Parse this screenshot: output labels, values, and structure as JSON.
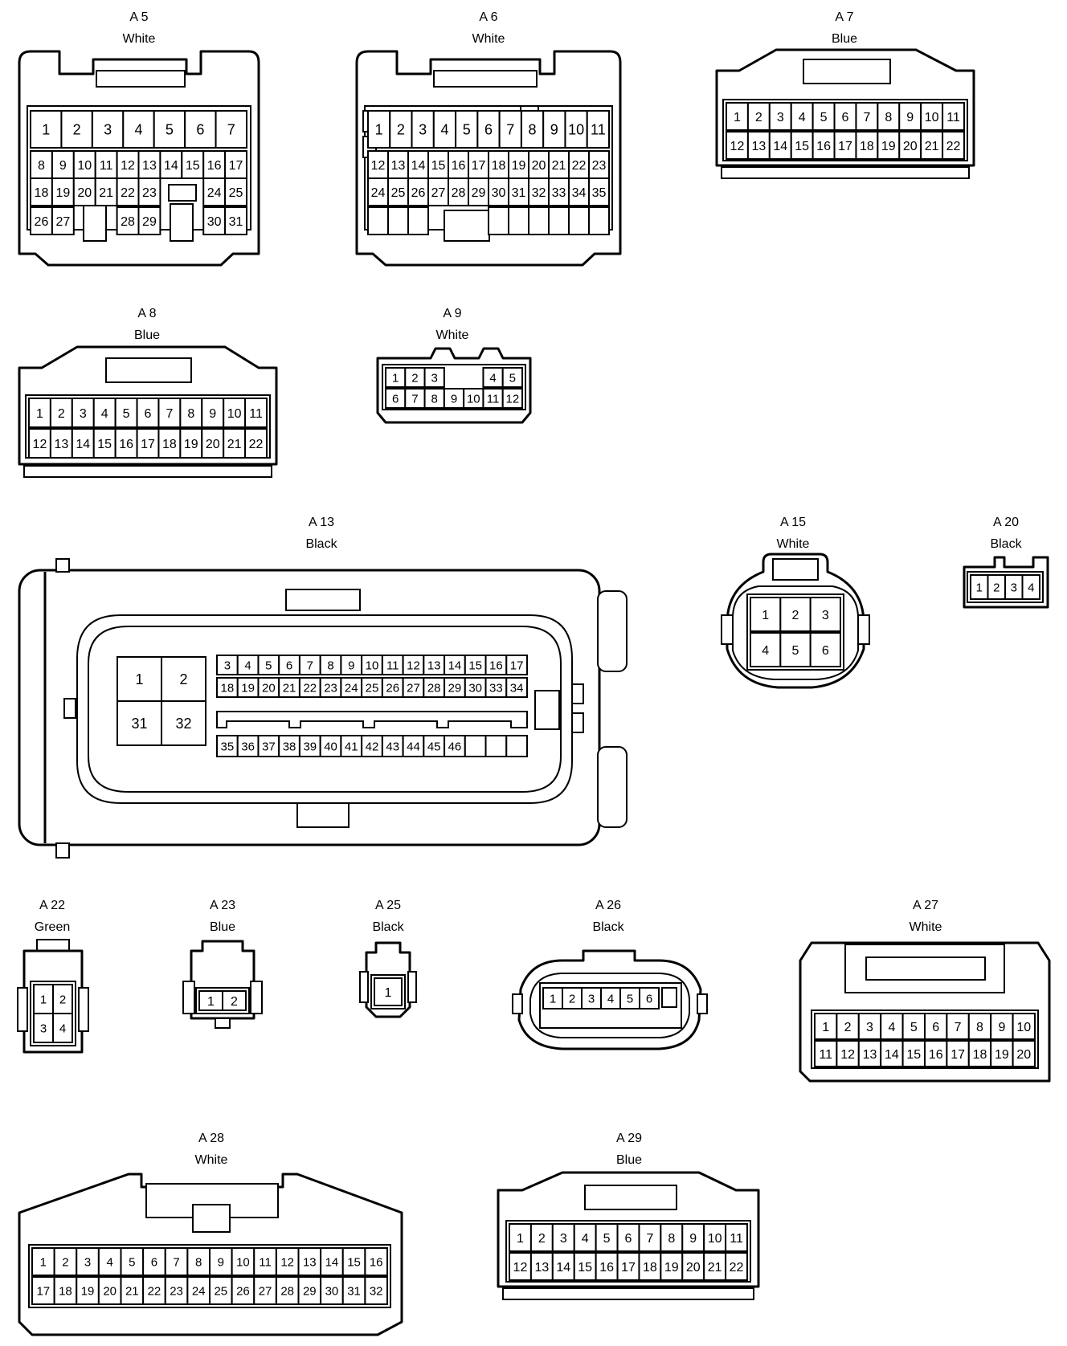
{
  "connectors": [
    {
      "id": "A5",
      "label": "A 5",
      "color": "White",
      "pins": [
        "1",
        "2",
        "3",
        "4",
        "5",
        "6",
        "7",
        "8",
        "9",
        "10",
        "11",
        "12",
        "13",
        "14",
        "15",
        "16",
        "17",
        "18",
        "19",
        "20",
        "21",
        "22",
        "23",
        "24",
        "25",
        "26",
        "27",
        "28",
        "29",
        "30",
        "31"
      ]
    },
    {
      "id": "A6",
      "label": "A 6",
      "color": "White",
      "pins": [
        "1",
        "2",
        "3",
        "4",
        "5",
        "6",
        "7",
        "8",
        "9",
        "10",
        "11",
        "12",
        "13",
        "14",
        "15",
        "16",
        "17",
        "18",
        "19",
        "20",
        "21",
        "22",
        "23",
        "24",
        "25",
        "26",
        "27",
        "28",
        "29",
        "30",
        "31",
        "32",
        "33",
        "34",
        "35"
      ]
    },
    {
      "id": "A7",
      "label": "A 7",
      "color": "Blue",
      "pins": [
        "1",
        "2",
        "3",
        "4",
        "5",
        "6",
        "7",
        "8",
        "9",
        "10",
        "11",
        "12",
        "13",
        "14",
        "15",
        "16",
        "17",
        "18",
        "19",
        "20",
        "21",
        "22"
      ]
    },
    {
      "id": "A8",
      "label": "A 8",
      "color": "Blue",
      "pins": [
        "1",
        "2",
        "3",
        "4",
        "5",
        "6",
        "7",
        "8",
        "9",
        "10",
        "11",
        "12",
        "13",
        "14",
        "15",
        "16",
        "17",
        "18",
        "19",
        "20",
        "21",
        "22"
      ]
    },
    {
      "id": "A9",
      "label": "A 9",
      "color": "White",
      "pins": [
        "1",
        "2",
        "3",
        "4",
        "5",
        "6",
        "7",
        "8",
        "9",
        "10",
        "11",
        "12"
      ]
    },
    {
      "id": "A13",
      "label": "A 13",
      "color": "Black",
      "pins": [
        "1",
        "2",
        "31",
        "32",
        "3",
        "4",
        "5",
        "6",
        "7",
        "8",
        "9",
        "10",
        "11",
        "12",
        "13",
        "14",
        "15",
        "16",
        "17",
        "18",
        "19",
        "20",
        "21",
        "22",
        "23",
        "24",
        "25",
        "26",
        "27",
        "28",
        "29",
        "30",
        "33",
        "34",
        "35",
        "36",
        "37",
        "38",
        "39",
        "40",
        "41",
        "42",
        "43",
        "44",
        "45",
        "46"
      ]
    },
    {
      "id": "A15",
      "label": "A 15",
      "color": "White",
      "pins": [
        "1",
        "2",
        "3",
        "4",
        "5",
        "6"
      ]
    },
    {
      "id": "A20",
      "label": "A 20",
      "color": "Black",
      "pins": [
        "1",
        "2",
        "3",
        "4"
      ]
    },
    {
      "id": "A22",
      "label": "A 22",
      "color": "Green",
      "pins": [
        "1",
        "2",
        "3",
        "4"
      ]
    },
    {
      "id": "A23",
      "label": "A 23",
      "color": "Blue",
      "pins": [
        "1",
        "2"
      ]
    },
    {
      "id": "A25",
      "label": "A 25",
      "color": "Black",
      "pins": [
        "1"
      ]
    },
    {
      "id": "A26",
      "label": "A 26",
      "color": "Black",
      "pins": [
        "1",
        "2",
        "3",
        "4",
        "5",
        "6"
      ]
    },
    {
      "id": "A27",
      "label": "A 27",
      "color": "White",
      "pins": [
        "1",
        "2",
        "3",
        "4",
        "5",
        "6",
        "7",
        "8",
        "9",
        "10",
        "11",
        "12",
        "13",
        "14",
        "15",
        "16",
        "17",
        "18",
        "19",
        "20"
      ]
    },
    {
      "id": "A28",
      "label": "A 28",
      "color": "White",
      "pins": [
        "1",
        "2",
        "3",
        "4",
        "5",
        "6",
        "7",
        "8",
        "9",
        "10",
        "11",
        "12",
        "13",
        "14",
        "15",
        "16",
        "17",
        "18",
        "19",
        "20",
        "21",
        "22",
        "23",
        "24",
        "25",
        "26",
        "27",
        "28",
        "29",
        "30",
        "31",
        "32"
      ]
    },
    {
      "id": "A29",
      "label": "A 29",
      "color": "Blue",
      "pins": [
        "1",
        "2",
        "3",
        "4",
        "5",
        "6",
        "7",
        "8",
        "9",
        "10",
        "11",
        "12",
        "13",
        "14",
        "15",
        "16",
        "17",
        "18",
        "19",
        "20",
        "21",
        "22"
      ]
    }
  ]
}
